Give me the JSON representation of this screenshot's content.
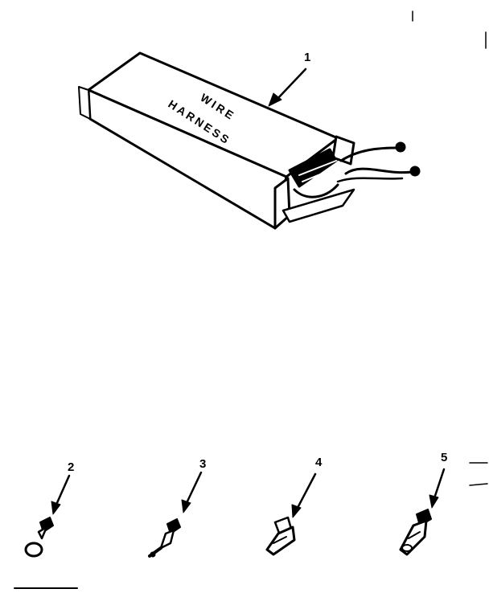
{
  "diagram": {
    "box_label_line1": "WIRE",
    "box_label_line2": "HARNESS",
    "callouts": {
      "item1": "1",
      "item2": "2",
      "item3": "3",
      "item4": "4",
      "item5": "5"
    }
  }
}
